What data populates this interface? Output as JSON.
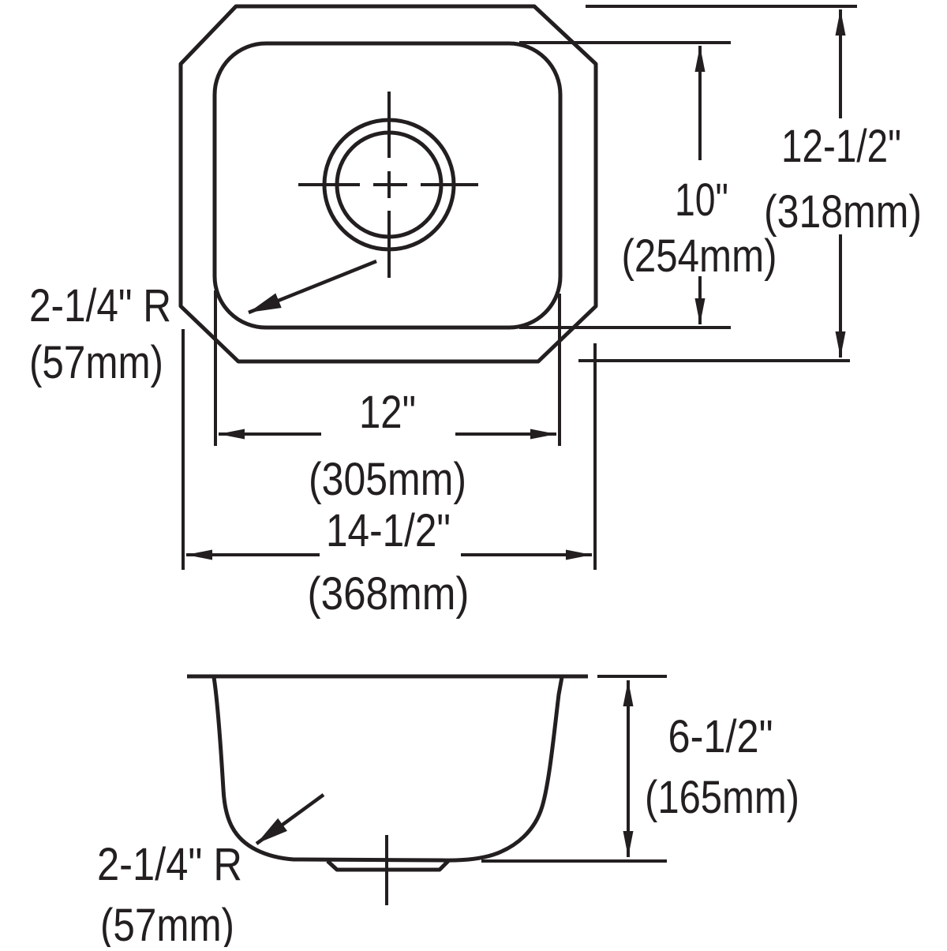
{
  "drawing_type": "sink-dimension-drawing",
  "colors": {
    "line": "#231f20",
    "background": "#ffffff"
  },
  "top_view": {
    "bowl_width_in": "12\"",
    "bowl_width_mm": "(305mm)",
    "overall_width_in": "14-1/2\"",
    "overall_width_mm": "(368mm)",
    "bowl_depth_in": "10\"",
    "bowl_depth_mm": "(254mm)",
    "overall_depth_in": "12-1/2\"",
    "overall_depth_mm": "(318mm)",
    "corner_radius_in": "2-1/4\" R",
    "corner_radius_mm": "(57mm)"
  },
  "side_view": {
    "bowl_height_in": "6-1/2\"",
    "bowl_height_mm": "(165mm)",
    "bottom_radius_in": "2-1/4\" R",
    "bottom_radius_mm": "(57mm)"
  }
}
